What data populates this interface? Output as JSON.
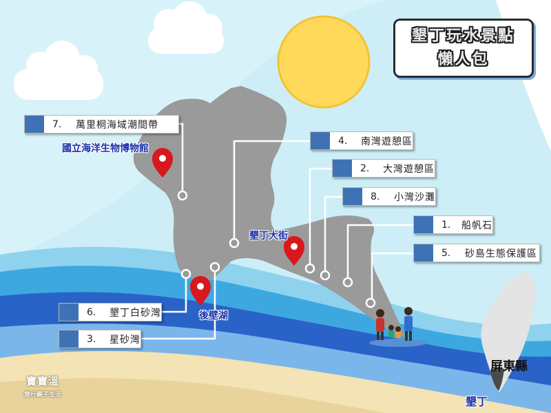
{
  "title": {
    "line1": "墾丁玩水景點",
    "line2": "懶人包"
  },
  "labels": [
    {
      "num": "7.",
      "name": "萬里桐海域潮間帶"
    },
    {
      "num": "4.",
      "name": "南灣遊憩區"
    },
    {
      "num": "2.",
      "name": "大灣遊憩區"
    },
    {
      "num": "8.",
      "name": "小灣沙灘"
    },
    {
      "num": "1.",
      "name": "船帆石"
    },
    {
      "num": "5.",
      "name": "砂島生態保護區"
    },
    {
      "num": "6.",
      "name": "墾丁白砂灣"
    },
    {
      "num": "3.",
      "name": "星砂灣"
    }
  ],
  "places": {
    "museum": "國立海洋生物博物館",
    "street": "墾丁大街",
    "lake": "後壁湖"
  },
  "inset": {
    "county": "屏東縣",
    "town": "墾丁"
  },
  "brand": {
    "name": "寶寶溫",
    "tagline": "旅行親子生活"
  },
  "colors": {
    "sky": "#c9ecf6",
    "land": "#9a9a9a",
    "label_tab": "#3f72b5",
    "place_text": "#1a2fa8",
    "pin": "#d8181c",
    "sun": "#ffd95a"
  }
}
